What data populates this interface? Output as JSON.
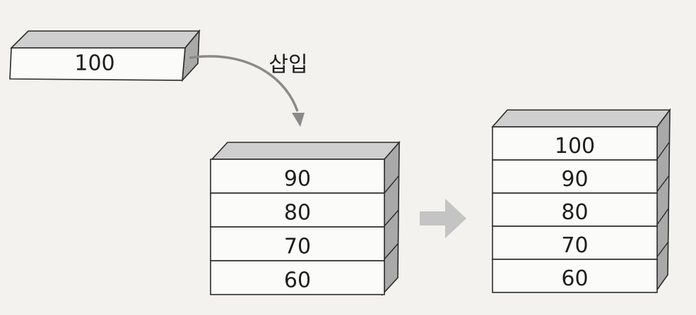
{
  "insert_label": "삽입",
  "incoming_block": {
    "value": "100"
  },
  "stack_before": {
    "values": [
      "90",
      "80",
      "70",
      "60"
    ]
  },
  "stack_after": {
    "values": [
      "100",
      "90",
      "80",
      "70",
      "60"
    ]
  },
  "colors": {
    "background": "#f3f2ef",
    "face": "#fbfbfa",
    "top": "#cfcfcf",
    "side": "#a9a9a9",
    "curved_arrow": "#8a8a8a",
    "block_arrow": "#c4c4c4"
  }
}
